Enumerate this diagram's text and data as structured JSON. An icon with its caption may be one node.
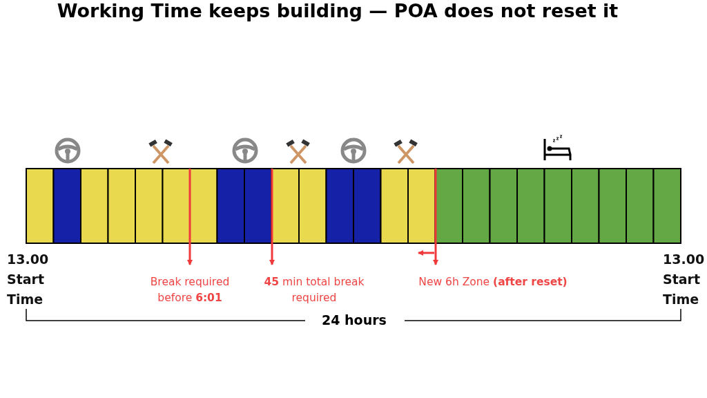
{
  "diagram": {
    "title": "Working Time keeps building — POA does not reset it",
    "nodes": [
      {
        "text": [
          "Break required before **6:01**"
        ]
      },
      {
        "text": [
          "**45** min total break required"
        ]
      },
      {
        "text": [
          "New 6h Zone **(after reset)**"
        ]
      }
    ],
    "edges": [
      {
        "from": null,
        "to": 0,
        "arrow": "to"
      },
      {
        "from": null,
        "to": 1,
        "arrow": "to"
      },
      {
        "from": null,
        "to": 2,
        "arrow": "to"
      }
    ],
    "labels": [
      "13.00 Start Time",
      "13.00 Start Time",
      "24 hours"
    ]
  }
}
